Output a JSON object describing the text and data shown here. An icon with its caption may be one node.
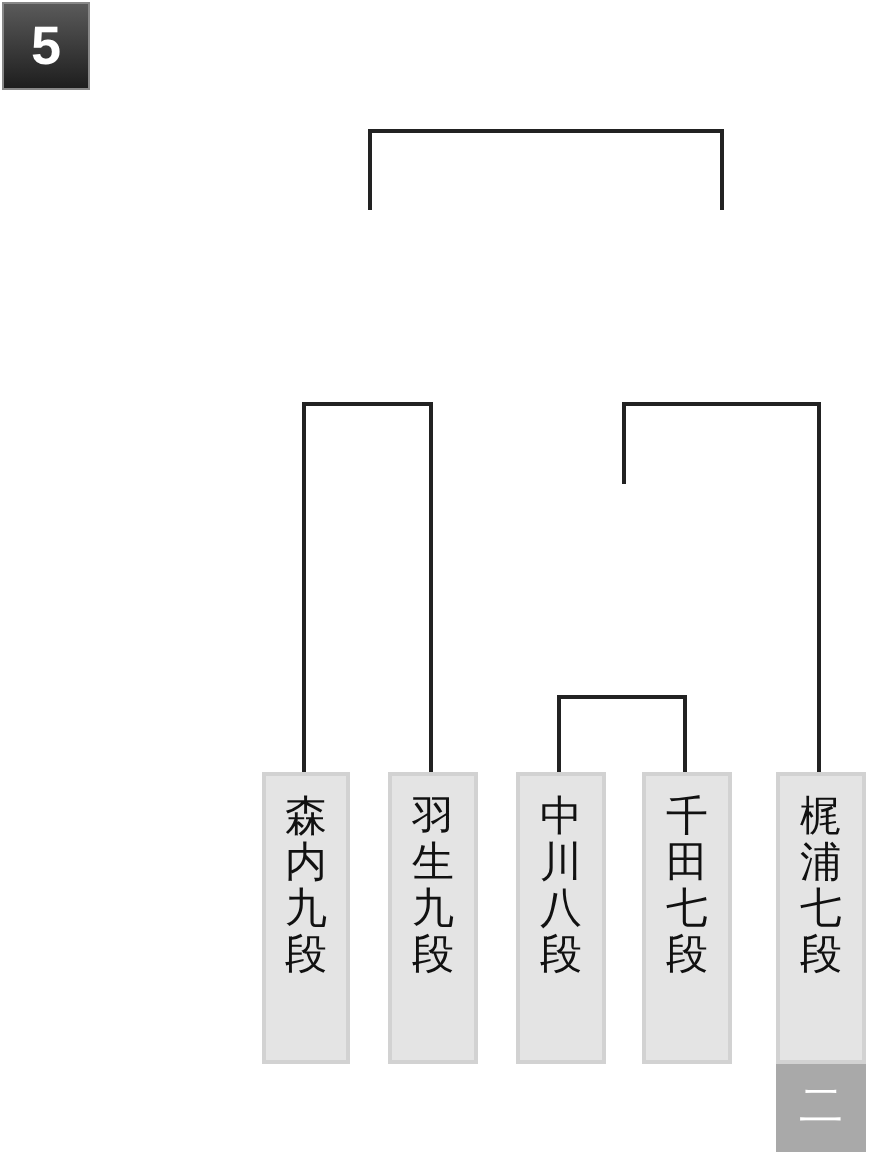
{
  "diagram": {
    "nodes": [
      {
        "text": [
          "5"
        ]
      },
      {
        "text": [
          "森内九段"
        ]
      },
      {
        "text": [
          "羽生九段"
        ]
      },
      {
        "text": [
          "中川八段"
        ]
      },
      {
        "text": [
          "千田七段"
        ]
      },
      {
        "text": [
          "梶浦七段"
        ]
      },
      {
        "text": [
          "二"
        ]
      }
    ],
    "edges": [
      {
        "from": 1,
        "to": 2,
        "arrow": "none"
      },
      {
        "from": 3,
        "to": 4,
        "arrow": "none"
      },
      {
        "from": 5,
        "to": null,
        "arrow": "none"
      }
    ]
  }
}
